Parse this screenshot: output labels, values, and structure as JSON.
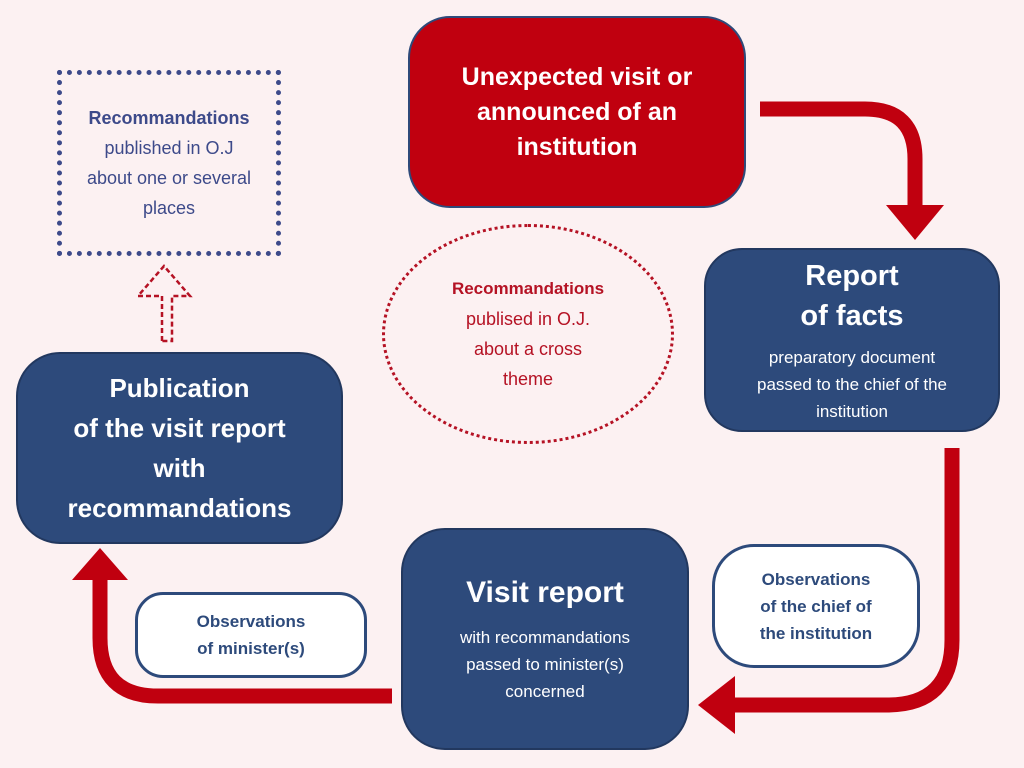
{
  "visit_box": {
    "lines": [
      "Unexpected visit or",
      "announced of an",
      "institution"
    ]
  },
  "report_facts": {
    "title_lines": [
      "Report",
      "of  facts"
    ],
    "sub_lines": [
      "preparatory document",
      "passed to  the chief of the",
      "institution"
    ]
  },
  "observations_chief": {
    "lines": [
      "Observations",
      "of the chief of",
      "the institution"
    ]
  },
  "visit_report": {
    "title": "Visit  report",
    "sub_lines": [
      "with recommandations",
      "passed  to minister(s)",
      "concerned"
    ]
  },
  "observations_minister": {
    "lines": [
      "Observations",
      "of minister(s)"
    ]
  },
  "publication": {
    "lines": [
      "Publication",
      "of the visit report",
      "with",
      "recommandations"
    ]
  },
  "recom_places": {
    "bold": "Recommandations",
    "lines": [
      "published  in  O.J",
      "about one or several",
      "places"
    ]
  },
  "recom_cross": {
    "bold": "Recommandations",
    "lines": [
      "publised  in O.J.",
      "about a cross",
      "theme"
    ]
  },
  "colors": {
    "arrow_red": "#c0000f",
    "navy": "#2d4a7b",
    "background": "#fcf1f2"
  }
}
